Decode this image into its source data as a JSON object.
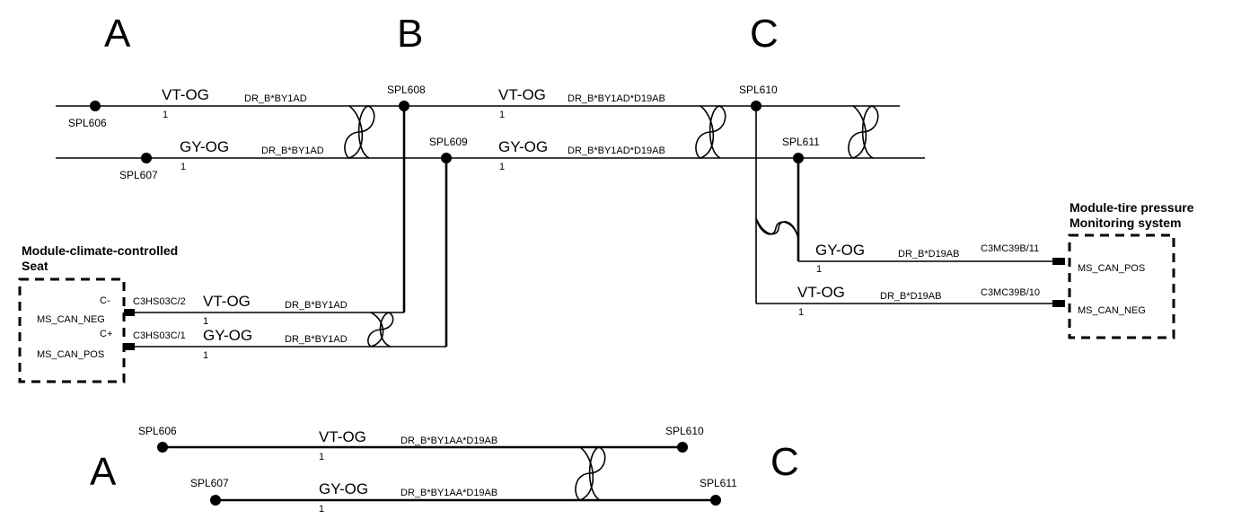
{
  "columns": {
    "a": "A",
    "b": "B",
    "c": "C"
  },
  "splices": {
    "spl606": "SPL606",
    "spl607": "SPL607",
    "spl608": "SPL608",
    "spl609": "SPL609",
    "spl610": "SPL610",
    "spl611": "SPL611"
  },
  "wire_colors": {
    "vt_og": "VT-OG",
    "gy_og": "GY-OG"
  },
  "wire_gauge": "1",
  "circuits": {
    "dr_by1ad": "DR_B*BY1AD",
    "dr_by1ad_d19ab": "DR_B*BY1AD*D19AB",
    "dr_d19ab": "DR_B*D19AB",
    "dr_by1aa_d19ab": "DR_B*BY1AA*D19AB"
  },
  "seat_module": {
    "title_line1": "Module-climate-controlled",
    "title_line2": "Seat",
    "pins": [
      {
        "connector": "C3HS03C/2",
        "pin_label": "C-",
        "signal": "MS_CAN_NEG"
      },
      {
        "connector": "C3HS03C/1",
        "pin_label": "C+",
        "signal": "MS_CAN_POS"
      }
    ]
  },
  "tpms_module": {
    "title_line1": "Module-tire pressure",
    "title_line2": "Monitoring system",
    "pins": [
      {
        "connector": "C3MC39B/11",
        "signal": "MS_CAN_POS"
      },
      {
        "connector": "C3MC39B/10",
        "signal": "MS_CAN_NEG"
      }
    ]
  },
  "colors": {
    "line": "#000000",
    "background": "#ffffff"
  }
}
